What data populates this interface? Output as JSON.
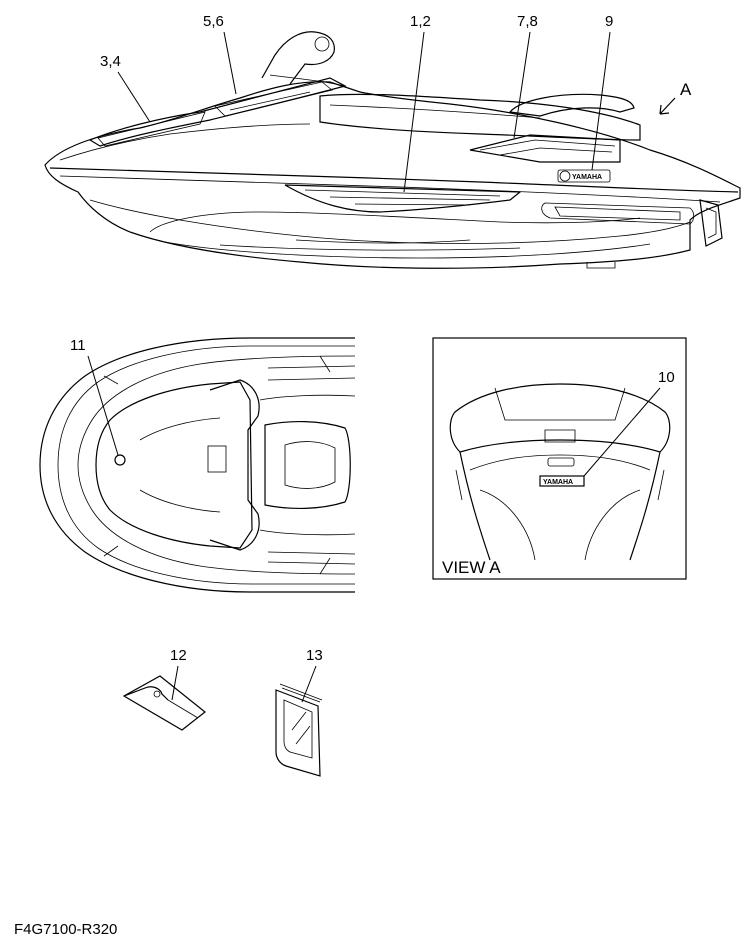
{
  "callouts": {
    "c1_2": "1,2",
    "c3_4": "3,4",
    "c5_6": "5,6",
    "c7_8": "7,8",
    "c9": "9",
    "c10": "10",
    "c11": "11",
    "c12": "12",
    "c13": "13"
  },
  "view_arrow_label": "A",
  "view_box_label": "VIEW A",
  "decal_badge_text": "YAMAHA",
  "drawing_code": "F4G7100-R320"
}
